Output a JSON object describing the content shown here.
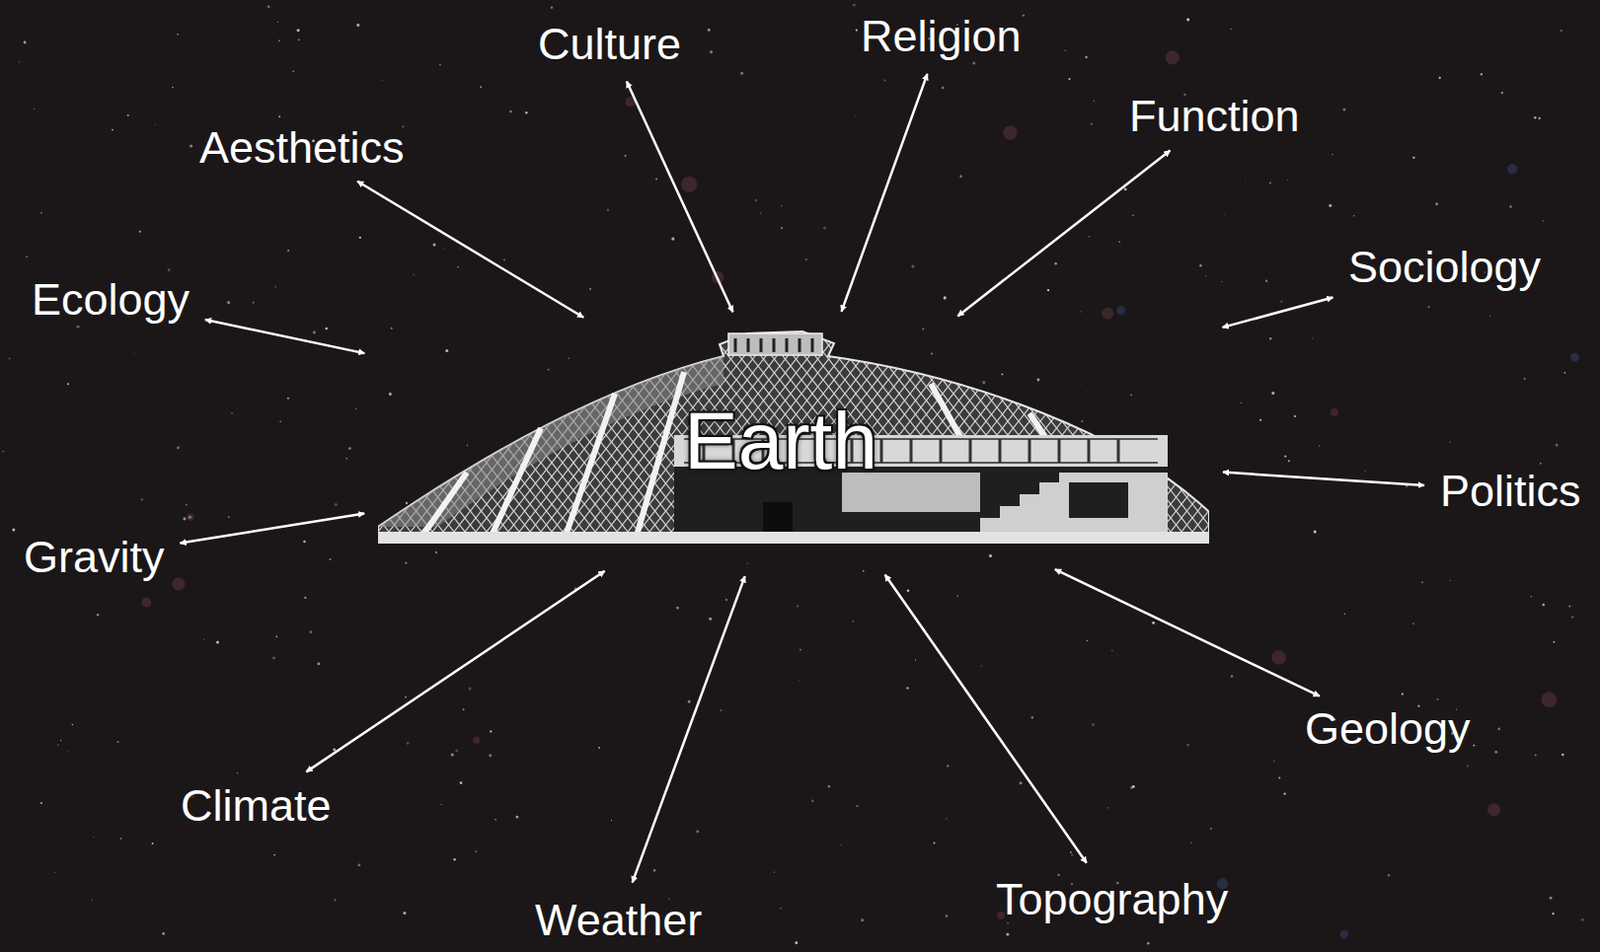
{
  "diagram": {
    "nodes": [
      {
        "text": [
          "Religion"
        ]
      },
      {
        "text": [
          "Culture"
        ]
      },
      {
        "text": [
          "Function"
        ]
      },
      {
        "text": [
          "Aesthetics"
        ]
      },
      {
        "text": [
          "Sociology"
        ]
      },
      {
        "text": [
          "Ecology"
        ]
      },
      {
        "text": [
          "Earth"
        ]
      },
      {
        "text": [
          "Politics"
        ]
      },
      {
        "text": [
          "Gravity"
        ]
      },
      {
        "text": [
          "Geology"
        ]
      },
      {
        "text": [
          "Climate"
        ]
      },
      {
        "text": [
          "Topography"
        ]
      },
      {
        "text": [
          "Weather"
        ]
      }
    ],
    "edges": [
      {
        "from": 0,
        "to": 6,
        "arrow": "both"
      },
      {
        "from": 1,
        "to": 6,
        "arrow": "both"
      },
      {
        "from": 2,
        "to": 6,
        "arrow": "both"
      },
      {
        "from": 3,
        "to": 6,
        "arrow": "both"
      },
      {
        "from": 4,
        "to": 6,
        "arrow": "both"
      },
      {
        "from": 5,
        "to": 6,
        "arrow": "both"
      },
      {
        "from": 7,
        "to": 6,
        "arrow": "both"
      },
      {
        "from": 8,
        "to": 6,
        "arrow": "both"
      },
      {
        "from": 9,
        "to": 6,
        "arrow": "both"
      },
      {
        "from": 10,
        "to": 6,
        "arrow": "both"
      },
      {
        "from": 11,
        "to": 6,
        "arrow": "both"
      },
      {
        "from": 12,
        "to": 6,
        "arrow": "both"
      }
    ]
  }
}
